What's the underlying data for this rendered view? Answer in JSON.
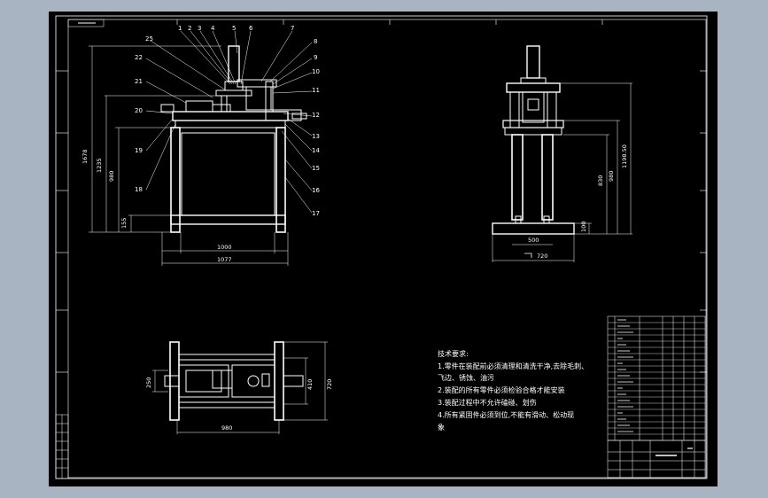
{
  "colors": {
    "background": "#a9b4c2",
    "sheet": "#000000",
    "lines": "#ffffff"
  },
  "front_view": {
    "part_labels": [
      "25",
      "1",
      "2",
      "3",
      "4",
      "5",
      "6",
      "7",
      "8",
      "9",
      "10",
      "11",
      "12",
      "13",
      "14",
      "15",
      "16",
      "17",
      "18",
      "19",
      "20",
      "21",
      "22"
    ],
    "dims": {
      "overall_width": "1077",
      "inner_width": "1000",
      "overall_height": "1678",
      "height_2": "1235",
      "height_3": "980",
      "height_4": "155"
    }
  },
  "side_view": {
    "dims": {
      "base_width": "500",
      "height_1": "1198.50",
      "height_2": "980",
      "height_3": "830",
      "height_4": "100"
    },
    "bottom_label": "720"
  },
  "top_view": {
    "dims": {
      "width": "980",
      "height_a": "250",
      "height_b": "410",
      "height_c": "720"
    }
  },
  "tech_notes": {
    "title": "技术要求:",
    "lines": [
      "1.零件在装配前必须清理和清洗干净,去除毛刺、",
      "飞边、锈蚀、油污",
      "2.装配的所有零件必须检验合格才能安装",
      "3.装配过程中不允许磕碰、划伤",
      "4.所有紧固件必须到位,不能有滑动、松动现",
      "象"
    ]
  }
}
